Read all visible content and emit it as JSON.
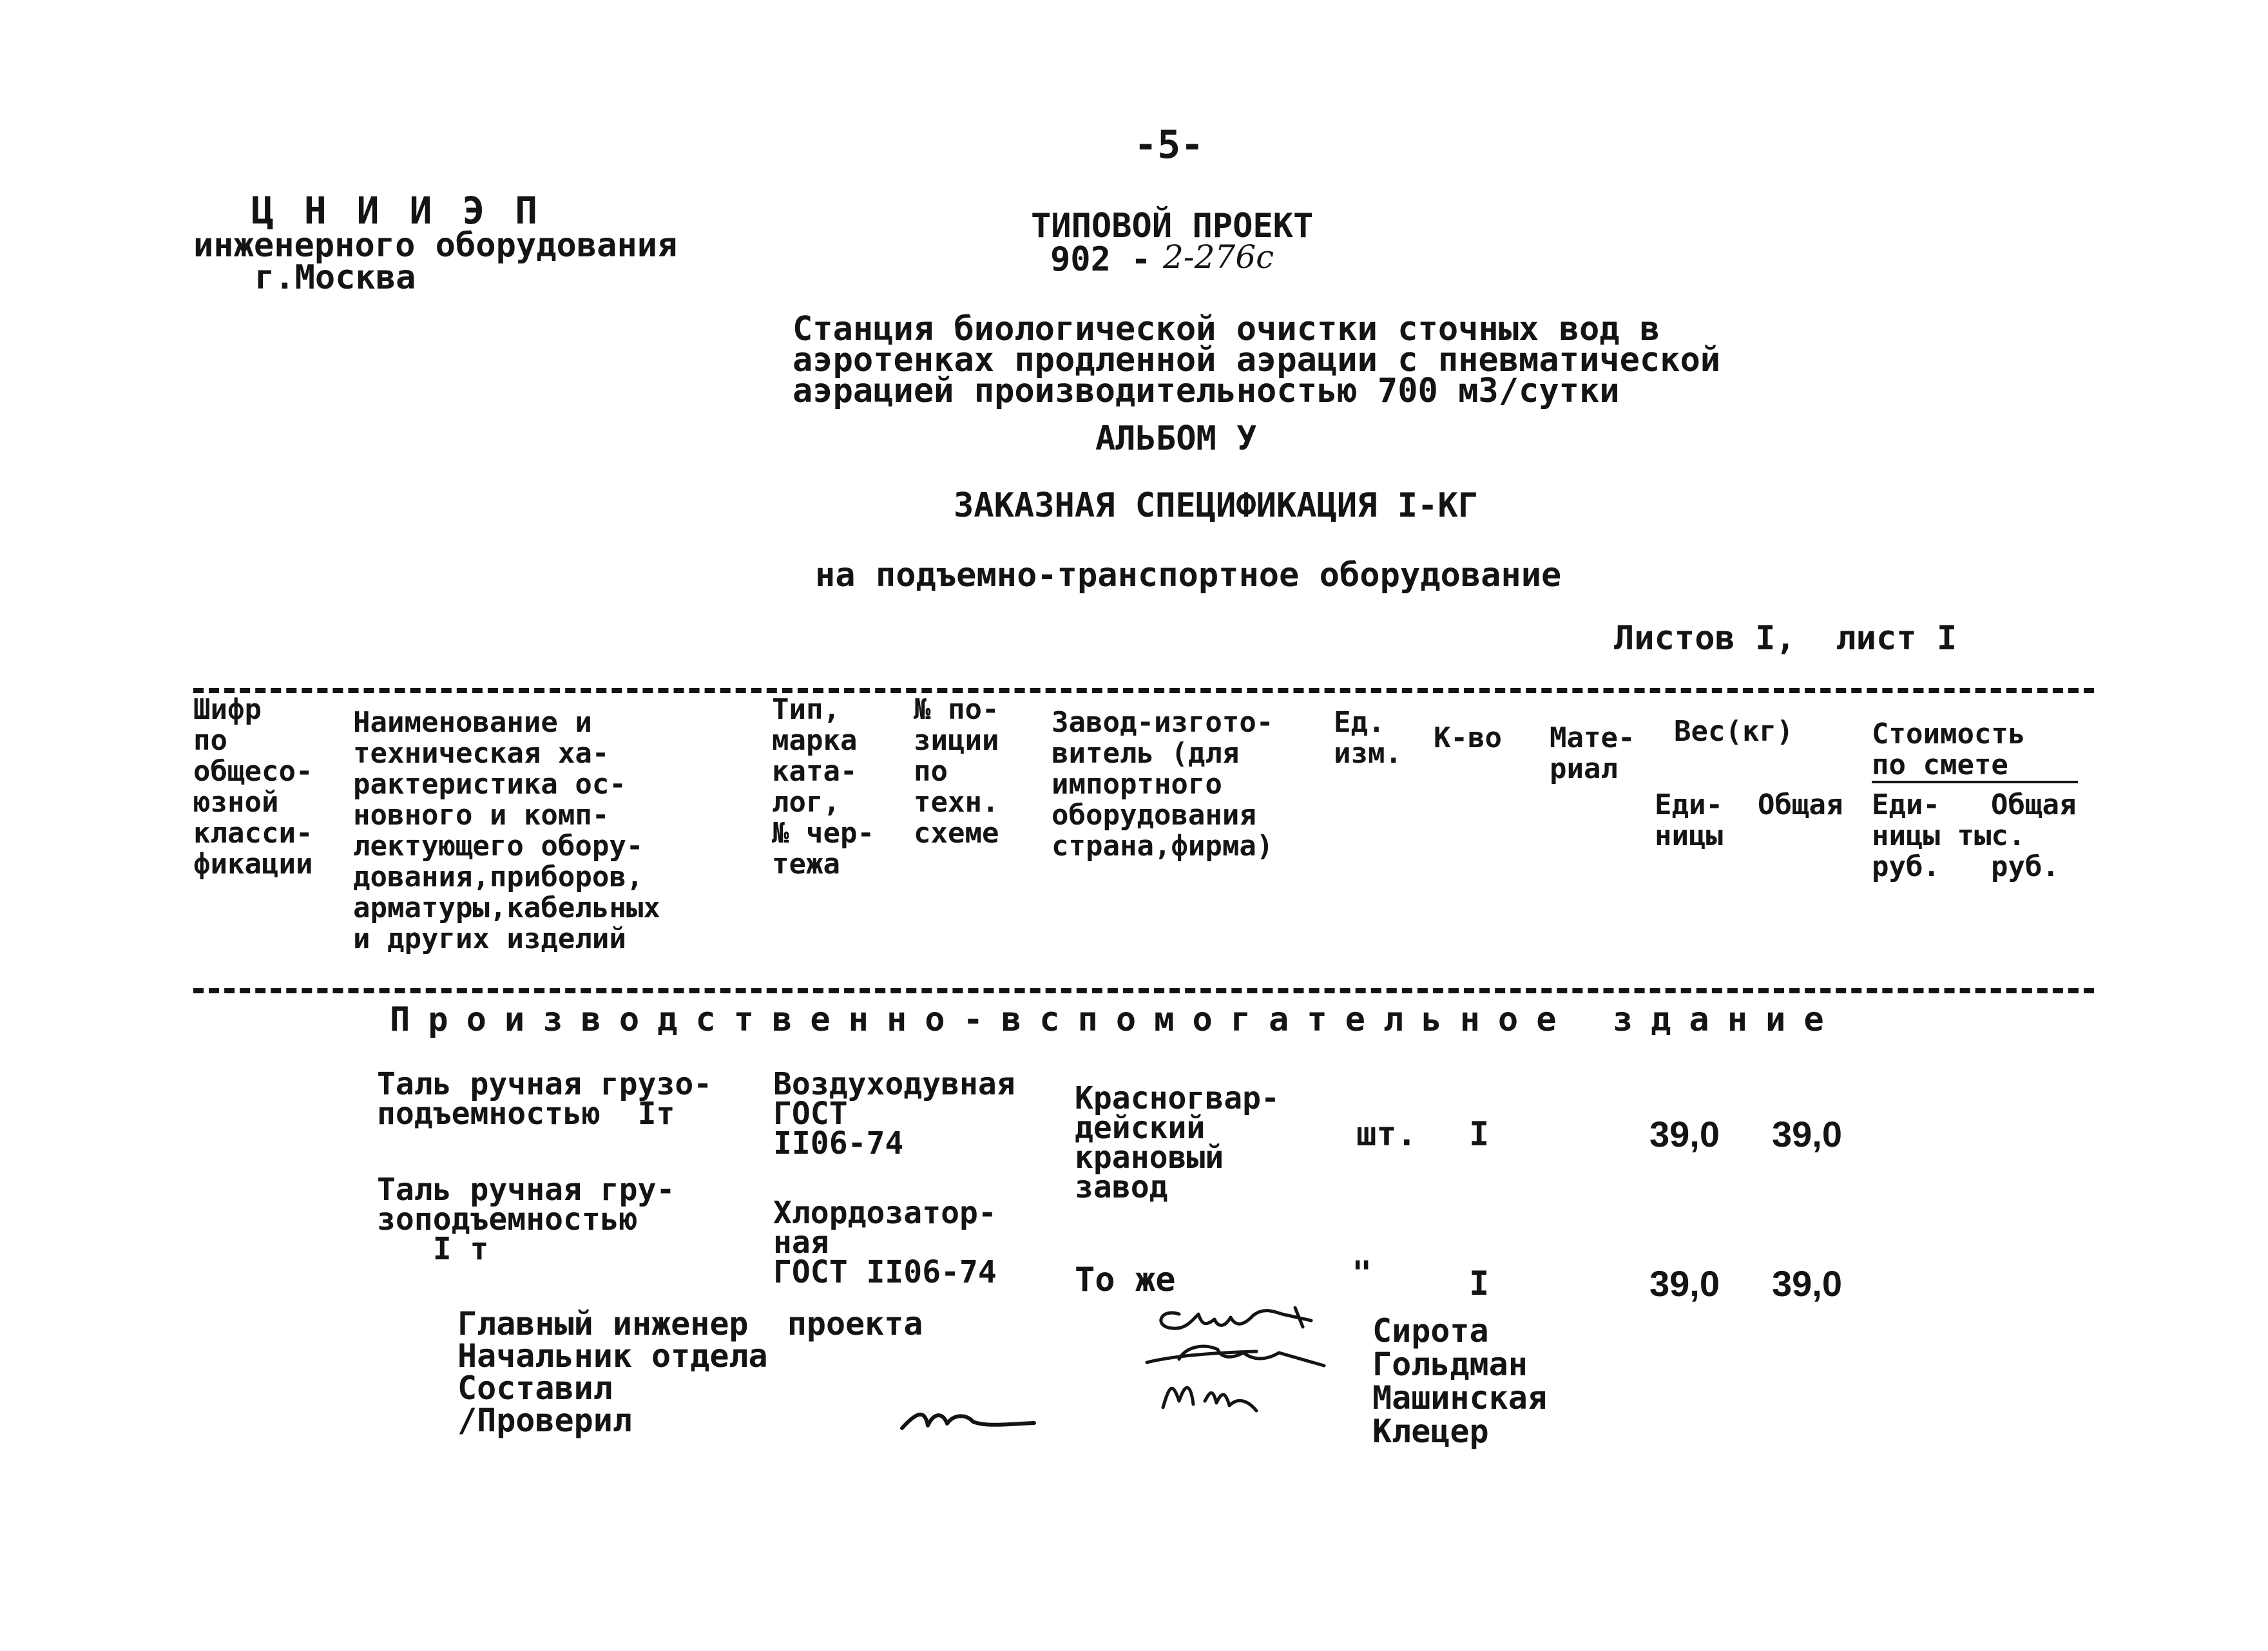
{
  "page_number": "-5-",
  "org": {
    "name": "Ц Н И И Э П",
    "subtitle": "инженерного оборудования",
    "city": "г.Москва"
  },
  "project": {
    "title": "ТИПОВОЙ ПРОЕКТ",
    "code_printed": "902 -",
    "code_handwritten": "2-276с"
  },
  "description": {
    "line1": "Станция биологической очистки сточных вод в",
    "line2": "аэротенках продленной аэрации с пневматической",
    "line3": "аэрацией производительностью 700 м3/сутки"
  },
  "album": "АЛЬБОМ У",
  "spec_title": "ЗАКАЗНАЯ СПЕЦИФИКАЦИЯ I-КГ",
  "spec_subtitle": "на подъемно-транспортное оборудование",
  "sheets": "Листов I,  лист I",
  "table": {
    "headers": {
      "cipher": "Шифр\nпо\nобщесо-\nюзной\nкласси-\nфикации",
      "name": "Наименование и\nтехническая ха-\nрактеристика ос-\nновного и комп-\nлектующего обору-\nдования,приборов,\nарматуры,кабельных\nи других изделий",
      "type": "Тип,\nмарка\nката-\nлог,\n№ чер-\nтежа",
      "position": "№ по-\nзиции\nпо\nтехн.\nсхеме",
      "maker": "Завод-изгото-\nвитель (для\nимпортного\nоборудования\nстрана,фирма)",
      "unit": "Ед.\nизм.",
      "qty": "К-во",
      "material": "Мате-\nриал",
      "weight": "Вес(кг)",
      "weight_unit": "Еди-\nницы",
      "weight_total": "Общая",
      "cost": "Стоимость\nпо смете",
      "cost_unit": "Еди-\nницы тыс.\nруб.",
      "cost_total": "Общая\n\nруб."
    },
    "section": "Производственно-вспомогательное здание",
    "rows": [
      {
        "name": "Таль ручная грузо-\nподъемностью  Iт",
        "type": "Воздуходувная\nГОСТ\nII06-74",
        "maker": "Красногвар-\nдейский\nкрановый\nзавод",
        "unit": "шт.",
        "qty": "I",
        "weight_unit": "39,0",
        "weight_total": "39,0"
      },
      {
        "name": "Таль ручная гру-\nзоподъемностью\n   I т",
        "type": "Хлордозатор-\nная\nГОСТ II06-74",
        "maker": "То же",
        "unit": "\"",
        "qty": "I",
        "weight_unit": "39,0",
        "weight_total": "39,0"
      }
    ]
  },
  "signatures": {
    "roles": "Главный инженер  проекта\nНачальник отдела\nСоставил\n/Проверил",
    "names": "Сирота\nГольдман\nМашинская\nКлецер"
  }
}
